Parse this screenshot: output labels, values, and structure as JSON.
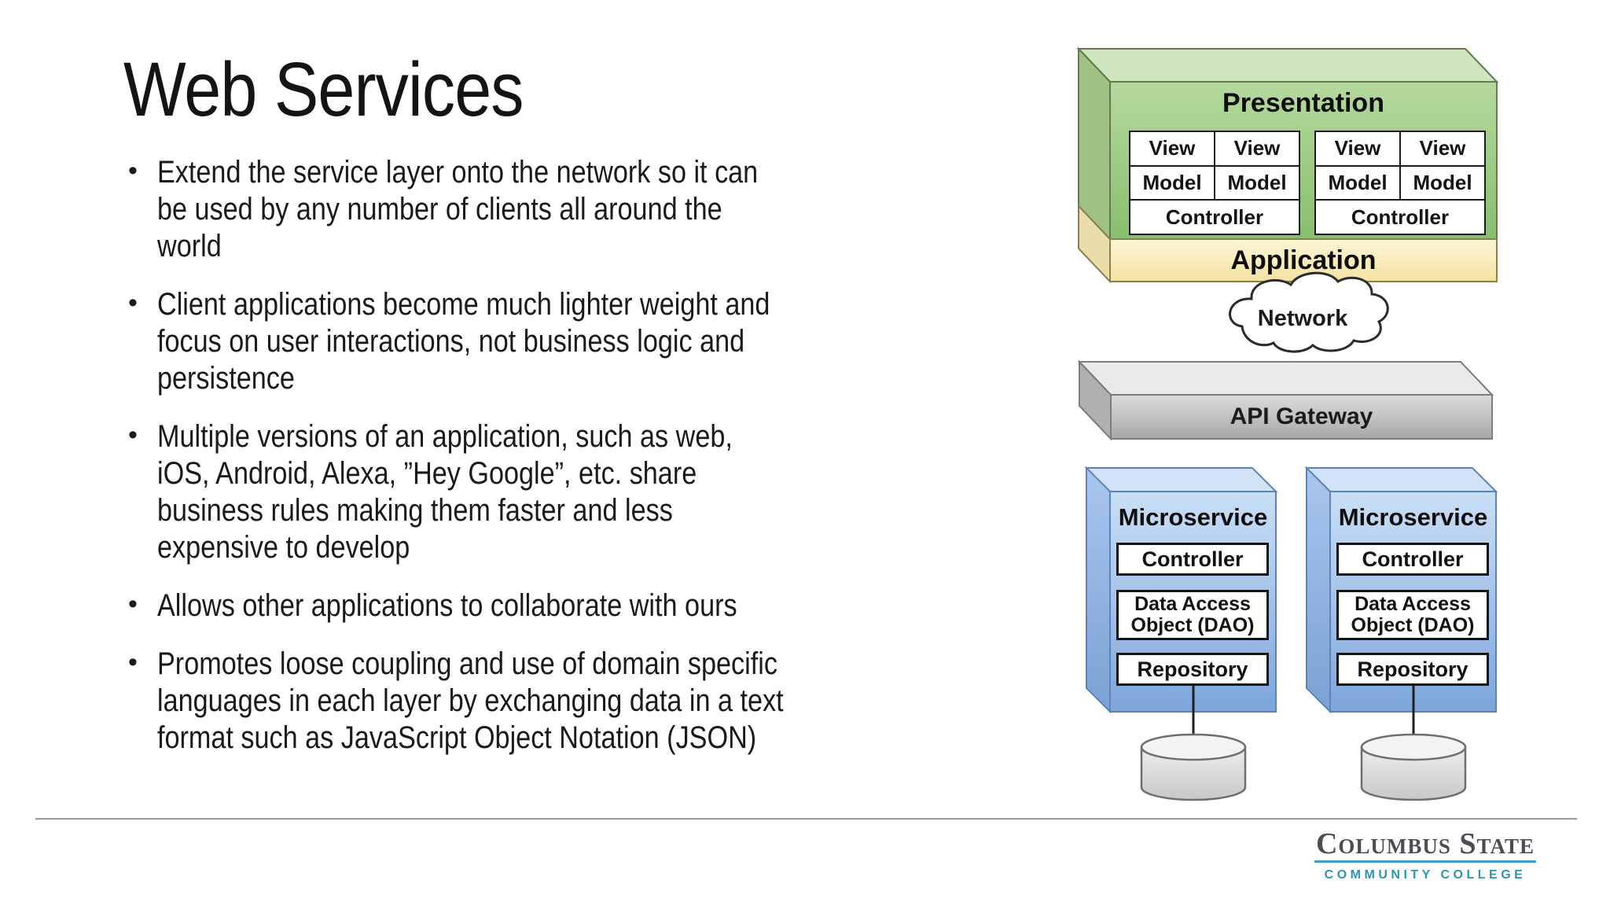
{
  "title": "Web Services",
  "bullets": [
    "Extend the service layer onto the network so it can\nbe used by any number of clients all around the\nworld",
    "Client applications become much lighter weight and\nfocus on user interactions, not business logic and\npersistence",
    "Multiple versions of an application, such as web,\niOS, Android, Alexa, ”Hey Google”, etc. share\nbusiness rules making them faster and less\nexpensive to develop",
    "Allows other applications to collaborate with ours",
    "Promotes loose coupling and use of domain specific\nlanguages in each layer by exchanging data in a text\nformat such as JavaScript Object Notation (JSON)"
  ],
  "diagram": {
    "presentation": {
      "label": "Presentation",
      "mvc_tables": [
        {
          "cells": [
            "View",
            "View",
            "Model",
            "Model"
          ],
          "controller": "Controller"
        },
        {
          "cells": [
            "View",
            "View",
            "Model",
            "Model"
          ],
          "controller": "Controller"
        }
      ]
    },
    "application": {
      "label": "Application"
    },
    "network": {
      "label": "Network"
    },
    "gateway": {
      "label": "API Gateway"
    },
    "microservices": [
      {
        "title": "Microservice",
        "controller": "Controller",
        "dao": "Data Access\nObject (DAO)",
        "repository": "Repository"
      },
      {
        "title": "Microservice",
        "controller": "Controller",
        "dao": "Data Access\nObject (DAO)",
        "repository": "Repository"
      }
    ]
  },
  "logo": {
    "institution": "Columbus State",
    "subtitle": "COMMUNITY COLLEGE"
  },
  "colors": {
    "presentation_green": "#8abf70",
    "application_yellow": "#f5e4a6",
    "microservice_blue": "#7fa7dd",
    "gateway_gray": "#a9a9a9",
    "logo_teal": "#2e93b9",
    "text": "#1a1a1a"
  }
}
